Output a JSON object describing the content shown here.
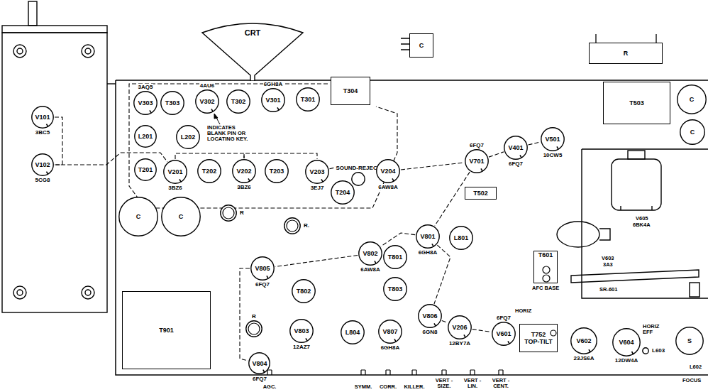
{
  "diagram": {
    "nodes": [
      {
        "text": [
          "CRT"
        ]
      },
      {
        "text": [
          "C"
        ]
      },
      {
        "text": [
          "R"
        ]
      },
      {
        "text": [
          "V101",
          "3BC5"
        ]
      },
      {
        "text": [
          "V102",
          "5CG8"
        ]
      },
      {
        "text": [
          "V303",
          "3AQ5"
        ]
      },
      {
        "text": [
          "T303"
        ]
      },
      {
        "text": [
          "V302",
          "4AU6"
        ]
      },
      {
        "text": [
          "T302"
        ]
      },
      {
        "text": [
          "V301",
          "6GH8A"
        ]
      },
      {
        "text": [
          "T301"
        ]
      },
      {
        "text": [
          "T304"
        ]
      },
      {
        "text": [
          "T503"
        ]
      },
      {
        "text": [
          "C"
        ]
      },
      {
        "text": [
          "L201"
        ]
      },
      {
        "text": [
          "L202"
        ]
      },
      {
        "text": [
          "C"
        ]
      },
      {
        "text": [
          "T201"
        ]
      },
      {
        "text": [
          "V201",
          "3BZ6"
        ]
      },
      {
        "text": [
          "T202"
        ]
      },
      {
        "text": [
          "V202",
          "3BZ6"
        ]
      },
      {
        "text": [
          "T203"
        ]
      },
      {
        "text": [
          "V203",
          "3EJ7"
        ]
      },
      {
        "text": [
          "SOUND-REJECT"
        ]
      },
      {
        "text": [
          "V204",
          "6AW8A"
        ]
      },
      {
        "text": [
          "V501",
          "10CW5"
        ]
      },
      {
        "text": [
          "V401",
          "6FQ7"
        ]
      },
      {
        "text": [
          "V701",
          "6FQ7"
        ]
      },
      {
        "text": [
          "T204"
        ]
      },
      {
        "text": [
          "T502"
        ]
      },
      {
        "text": [
          "C"
        ]
      },
      {
        "text": [
          "C"
        ]
      },
      {
        "text": [
          "R"
        ]
      },
      {
        "text": [
          "R."
        ]
      },
      {
        "text": [
          "V801",
          "6GH8A"
        ]
      },
      {
        "text": [
          "L801"
        ]
      },
      {
        "text": [
          "T801"
        ]
      },
      {
        "text": [
          "V805",
          "6FQ7"
        ]
      },
      {
        "text": [
          "V802",
          "6AW8A"
        ]
      },
      {
        "text": [
          "T803"
        ]
      },
      {
        "text": [
          "T601"
        ]
      },
      {
        "text": [
          "T802"
        ]
      },
      {
        "text": [
          "R"
        ]
      },
      {
        "text": [
          "T901"
        ]
      },
      {
        "text": [
          "V806",
          "6GN8"
        ]
      },
      {
        "text": [
          "V601",
          "6FQ7"
        ]
      },
      {
        "text": [
          "V803",
          "12AZ7"
        ]
      },
      {
        "text": [
          "L804"
        ]
      },
      {
        "text": [
          "V807",
          "6GH8A"
        ]
      },
      {
        "text": [
          "V206",
          "12BY7A"
        ]
      },
      {
        "text": [
          "T752",
          "TOP-TILT"
        ]
      },
      {
        "text": [
          "V602",
          "23JS6A"
        ]
      },
      {
        "text": [
          "V604",
          "12DW4A"
        ]
      },
      {
        "text": [
          "L603"
        ]
      },
      {
        "text": [
          "S"
        ]
      },
      {
        "text": [
          "V804",
          "6FQ7"
        ]
      }
    ],
    "edges": [
      {
        "from": 3,
        "to": 4,
        "arrow": "none"
      },
      {
        "from": 4,
        "to": 18,
        "arrow": "none"
      },
      {
        "from": 18,
        "to": 20,
        "arrow": "none"
      },
      {
        "from": 20,
        "to": 22,
        "arrow": "none"
      },
      {
        "from": 22,
        "to": 24,
        "arrow": "none"
      },
      {
        "from": 24,
        "to": 27,
        "arrow": "none"
      },
      {
        "from": 27,
        "to": 26,
        "arrow": "none"
      },
      {
        "from": 26,
        "to": 25,
        "arrow": "none"
      },
      {
        "from": 27,
        "to": 34,
        "arrow": "none"
      },
      {
        "from": 34,
        "to": 38,
        "arrow": "none"
      },
      {
        "from": 38,
        "to": 37,
        "arrow": "none"
      },
      {
        "from": 37,
        "to": 55,
        "arrow": "none"
      },
      {
        "from": 34,
        "to": 44,
        "arrow": "none"
      },
      {
        "from": 44,
        "to": 49,
        "arrow": "none"
      },
      {
        "from": 49,
        "to": 45,
        "arrow": "none"
      }
    ],
    "labels": [
      "INDICATES BLANK PIN OR LOCATING KEY.",
      "V605",
      "6BK4A",
      "V603",
      "3A3",
      "SR-601",
      "HORIZ",
      "AFC BASE",
      "HORIZ EFF",
      "L602",
      "FOCUS",
      "AGC.",
      "SYMM.",
      "CORR.",
      "KILLER.",
      "VERT -SIZE.",
      "VERT -LIN.",
      "VERT -CENT."
    ]
  }
}
